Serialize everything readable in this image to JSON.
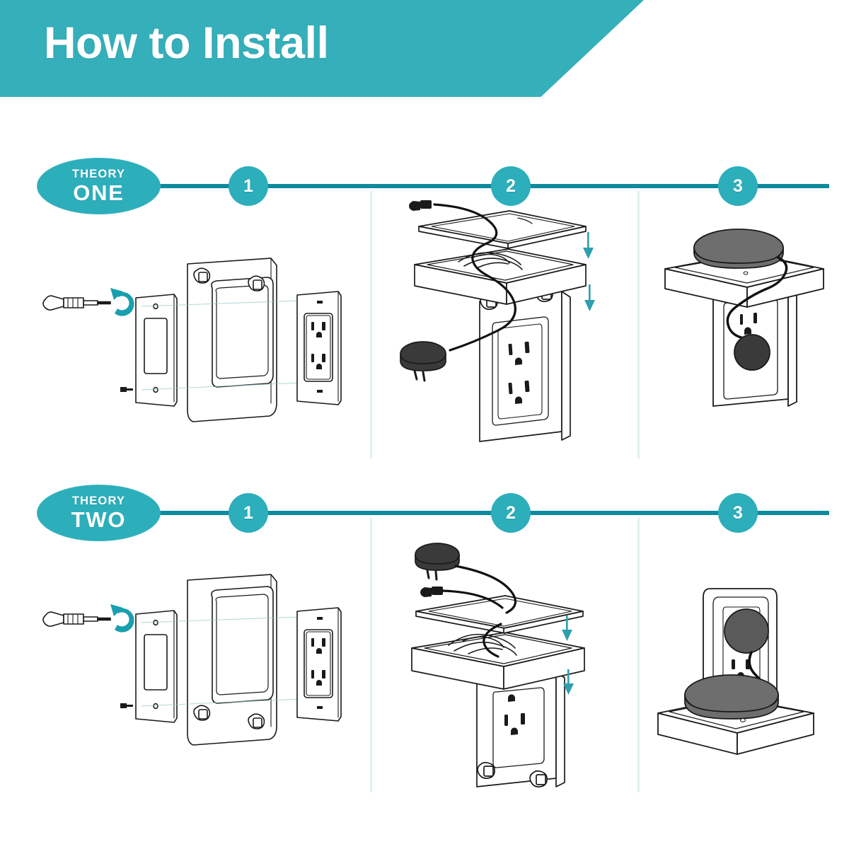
{
  "header": {
    "title": "How to Install",
    "banner_color": "#35AFBA"
  },
  "theme": {
    "teal": "#35AFBA",
    "badge_teal": "#2CAEBB",
    "line_teal": "#0E8A9E",
    "divider": "#E2F0F0",
    "line_art": "#1a1a1a",
    "device_gray": "#6E6E6E",
    "adapter_dark": "#3A3A3A"
  },
  "sections": [
    {
      "id": "theory-one",
      "kicker": "THEORY",
      "name": "ONE",
      "steps": [
        {
          "number": "1",
          "illustration": "screwdriver-wallplate-bracket-outlet",
          "parts": [
            "screwdriver",
            "rotation-arrow",
            "screw",
            "wall-plate",
            "mounting-bracket-tabs-top",
            "duplex-outlet"
          ]
        },
        {
          "number": "2",
          "illustration": "shelf-cable-routing-adapter-exploded",
          "parts": [
            "cable-connector",
            "shelf-top-plate",
            "shelf-tray",
            "round-power-adapter",
            "duplex-outlet-behind",
            "down-arrow",
            "down-arrow"
          ]
        },
        {
          "number": "3",
          "illustration": "assembled-device-on-shelf",
          "parts": [
            "round-speaker-device",
            "shelf",
            "cable",
            "adapter-plugged-in",
            "duplex-outlet"
          ]
        }
      ]
    },
    {
      "id": "theory-two",
      "kicker": "THEORY",
      "name": "TWO",
      "steps": [
        {
          "number": "1",
          "illustration": "screwdriver-wallplate-bracket-outlet",
          "parts": [
            "screwdriver",
            "rotation-arrow",
            "screw",
            "wall-plate",
            "mounting-bracket-tabs-bottom",
            "duplex-outlet"
          ]
        },
        {
          "number": "2",
          "illustration": "shelf-cable-routing-adapter-exploded-top",
          "parts": [
            "round-power-adapter-top",
            "cable-connector",
            "shelf-top-plate",
            "shelf-tray",
            "duplex-outlet-behind",
            "down-arrow",
            "down-arrow"
          ]
        },
        {
          "number": "3",
          "illustration": "assembled-device-on-shelf-adapter-above",
          "parts": [
            "adapter-plugged-in",
            "duplex-outlet",
            "cable",
            "round-speaker-device",
            "shelf"
          ]
        }
      ]
    }
  ]
}
